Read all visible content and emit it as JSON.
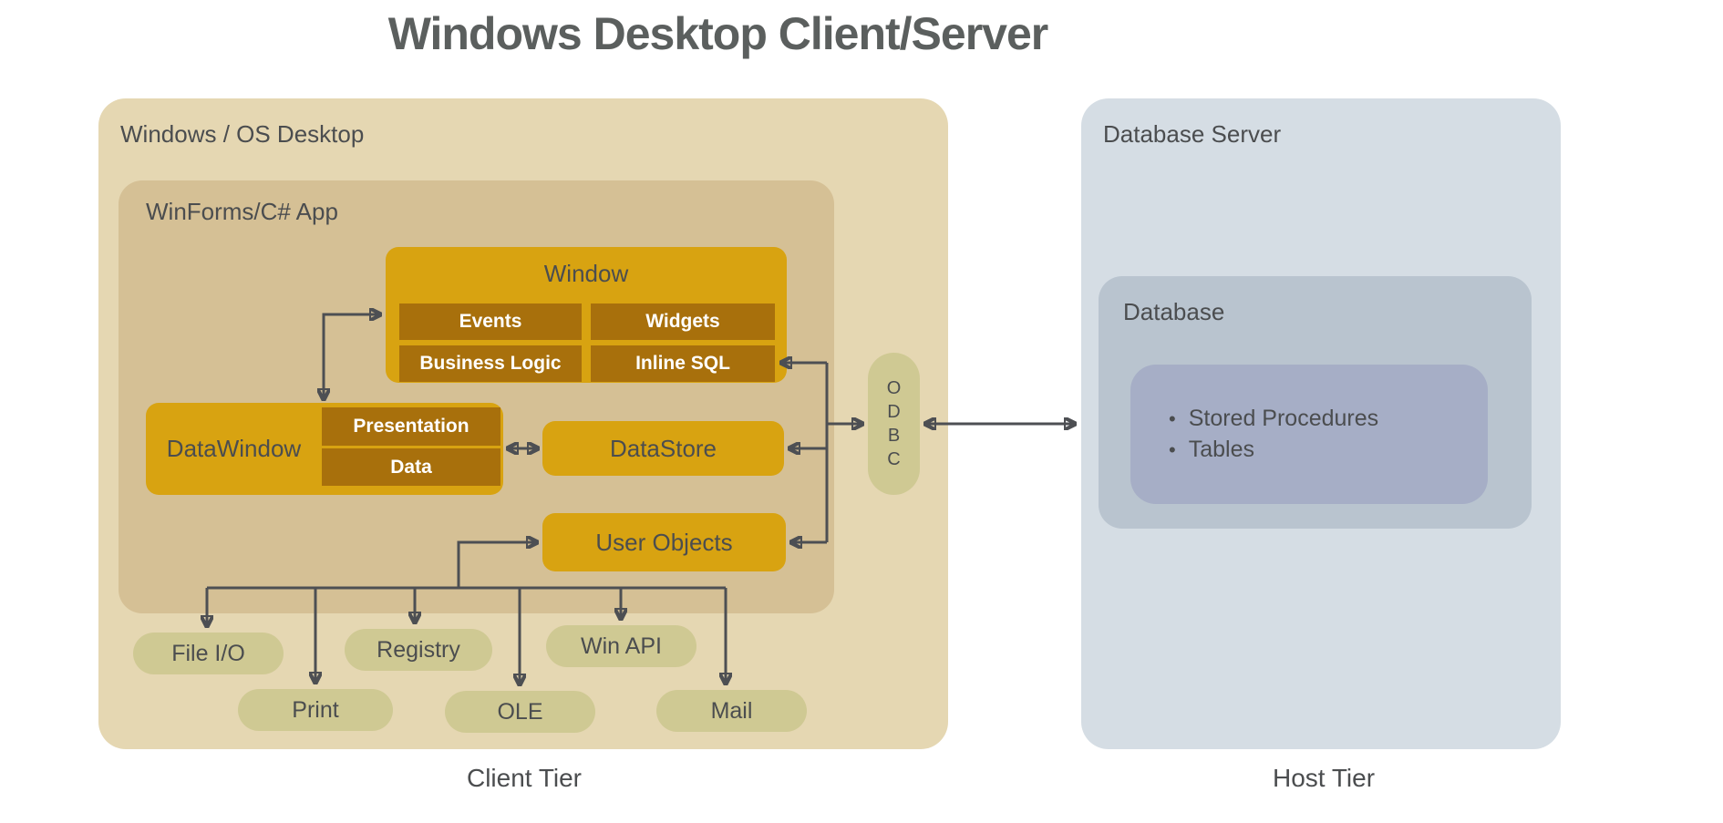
{
  "title": "Windows Desktop Client/Server",
  "colors": {
    "canvas_bg": "#ffffff",
    "client_box": "#e5d7b2",
    "app_box": "#d5c095",
    "gold": "#d8a311",
    "brown": "#a8700c",
    "olive": "#cfc993",
    "db_server_box": "#d5dde4",
    "db_box": "#b9c4cf",
    "db_items_box": "#a6aec6",
    "label_text": "#4b4d4f",
    "cell_text": "#ffffff",
    "arrow": "#4d4f53",
    "title_text": "#5b5f5e"
  },
  "client_tier": {
    "tier_label": "Client Tier",
    "desktop_label": "Windows / OS Desktop",
    "app_label": "WinForms/C# App",
    "window_box": {
      "title": "Window",
      "cells": [
        {
          "label": "Events"
        },
        {
          "label": "Widgets"
        },
        {
          "label": "Business Logic"
        },
        {
          "label": "Inline SQL"
        }
      ]
    },
    "datawindow_box": {
      "title": "DataWindow",
      "cells": [
        {
          "label": "Presentation"
        },
        {
          "label": "Data"
        }
      ]
    },
    "datastore_label": "DataStore",
    "user_objects_label": "User Objects",
    "odbc": {
      "letters": [
        "O",
        "D",
        "B",
        "C"
      ]
    },
    "services": [
      {
        "label": "File I/O"
      },
      {
        "label": "Registry"
      },
      {
        "label": "Win API"
      },
      {
        "label": "Print"
      },
      {
        "label": "OLE"
      },
      {
        "label": "Mail"
      }
    ]
  },
  "host_tier": {
    "tier_label": "Host Tier",
    "server_label": "Database Server",
    "database_label": "Database",
    "database_items": [
      {
        "label": "Stored Procedures"
      },
      {
        "label": "Tables"
      }
    ]
  }
}
